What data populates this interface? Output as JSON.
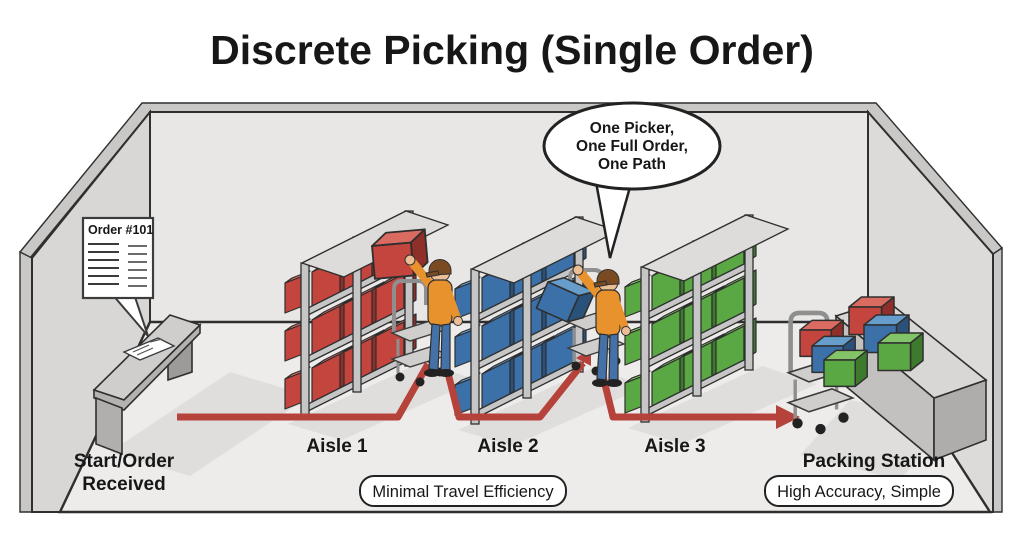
{
  "title": "Discrete Picking (Single Order)",
  "speech_bubble": {
    "line1": "One Picker,",
    "line2": "One Full Order,",
    "line3": "One Path"
  },
  "order_note": {
    "title": "Order #101"
  },
  "labels": {
    "start_line1": "Start/Order",
    "start_line2": "Received",
    "aisle1": "Aisle 1",
    "aisle2": "Aisle 2",
    "aisle3": "Aisle 3",
    "packing": "Packing Station"
  },
  "badges": {
    "efficiency": "Minimal Travel Efficiency",
    "accuracy": "High Accuracy, Simple"
  },
  "colors": {
    "box_red_front": "#c4453e",
    "box_red_top": "#d96b61",
    "box_red_side": "#8e2f29",
    "box_blue_front": "#3c70a8",
    "box_blue_top": "#679dcb",
    "box_blue_side": "#2a5179",
    "box_green_front": "#5aa843",
    "box_green_top": "#84c468",
    "box_green_side": "#3e7a2e",
    "arrow_red": "#b6423c",
    "shelf_frame": "#c6c6c6",
    "wall": "#e8e7e5",
    "wall_side": "#d8d7d5",
    "wall_side2": "#dcdbd9",
    "floor": "#edecea",
    "outline": "#2f2f2f",
    "worker_shirt": "#e8922e",
    "worker_jeans": "#4472a8",
    "worker_skin": "#ecbe96",
    "worker_cap": "#7a4a22"
  }
}
